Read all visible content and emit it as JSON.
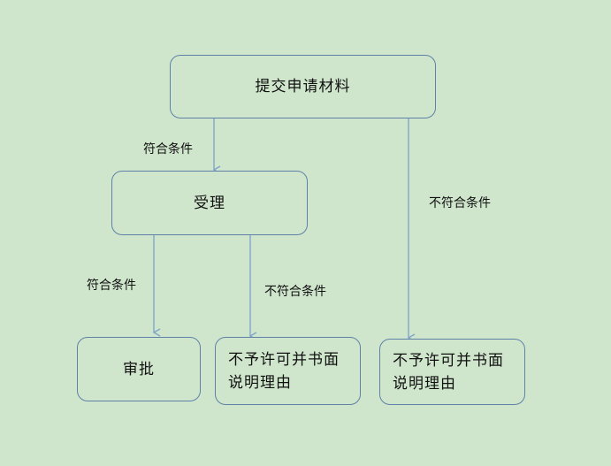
{
  "nodes": {
    "submit": "提交申请材料",
    "accept": "受理",
    "approve": "审批",
    "reject_mid_line1": "不予许可并书面",
    "reject_mid_line2": "说明理由",
    "reject_right_line1": "不予许可并书面",
    "reject_right_line2": "说明理由"
  },
  "edges": {
    "submit_to_accept": "符合条件",
    "submit_to_reject_right": "不符合条件",
    "accept_to_approve": "符合条件",
    "accept_to_reject_mid": "不符合条件"
  },
  "colors": {
    "background": "#cfe6cc",
    "node_border": "#5f81a8",
    "arrow": "#7ea2cc"
  }
}
